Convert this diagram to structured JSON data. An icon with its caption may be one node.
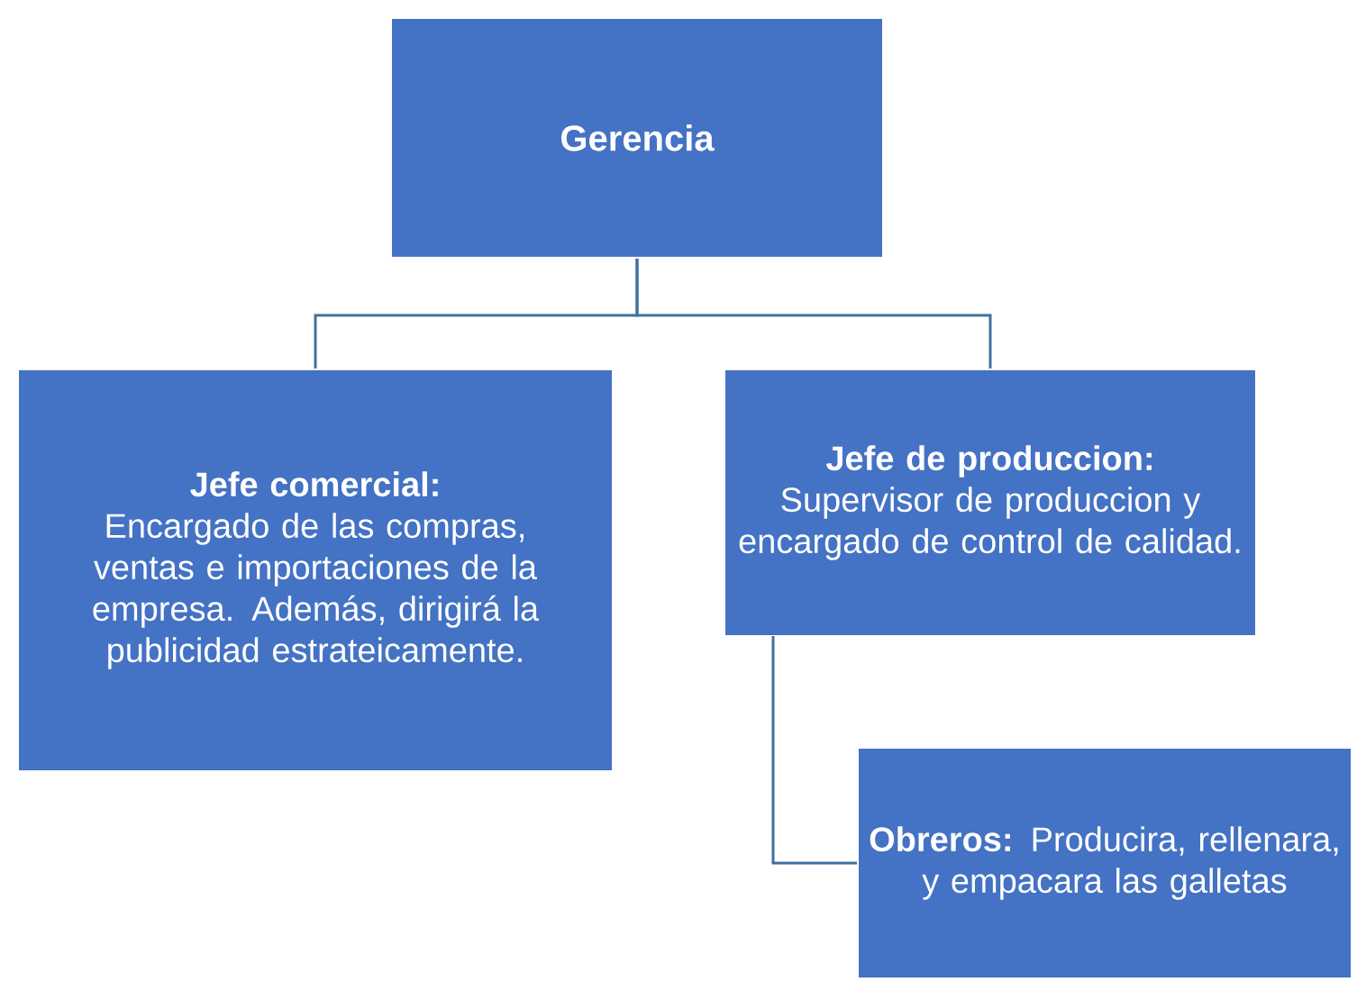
{
  "diagram": {
    "nodes": [
      {
        "text": [
          "Gerencia"
        ]
      },
      {
        "text": [
          "Jefe comercial:",
          "Encargado de las compras, ventas e importaciones de la empresa. Además, dirigirá la publicidad estrateicamente."
        ]
      },
      {
        "text": [
          "Jefe de produccion:",
          "Supervisor de produccion y encargado de control de calidad."
        ]
      },
      {
        "text": [
          "**Obreros:** Producira, rellenara, y empacara las galletas"
        ]
      }
    ],
    "edges": [
      {
        "from": 0,
        "to": 1,
        "arrow": "none"
      },
      {
        "from": 0,
        "to": 2,
        "arrow": "none"
      },
      {
        "from": 2,
        "to": 3,
        "arrow": "none"
      }
    ]
  }
}
